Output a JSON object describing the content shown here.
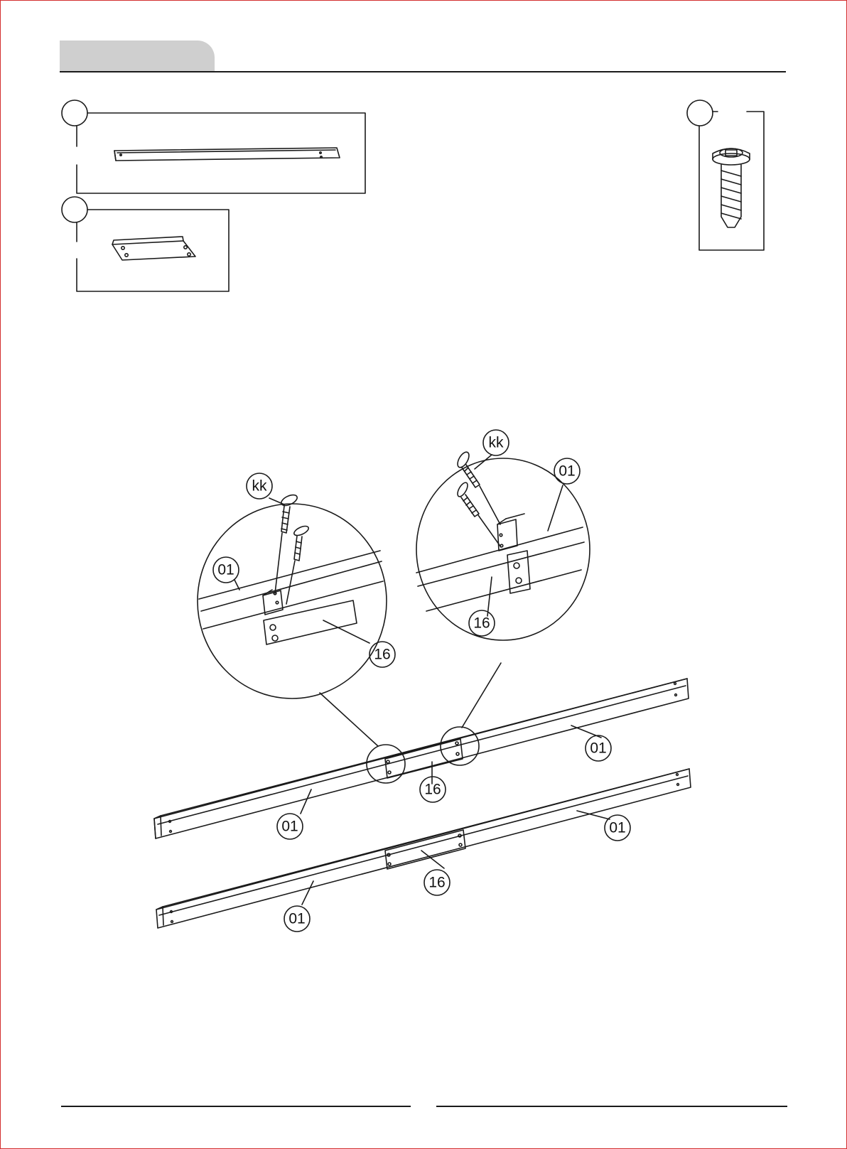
{
  "colors": {
    "frame": "#d32f2f",
    "tab_fill": "#cfcfcf",
    "ink": "#1a1a1a"
  },
  "callouts": {
    "board": "01",
    "bracket": "16",
    "screw": "kk"
  }
}
